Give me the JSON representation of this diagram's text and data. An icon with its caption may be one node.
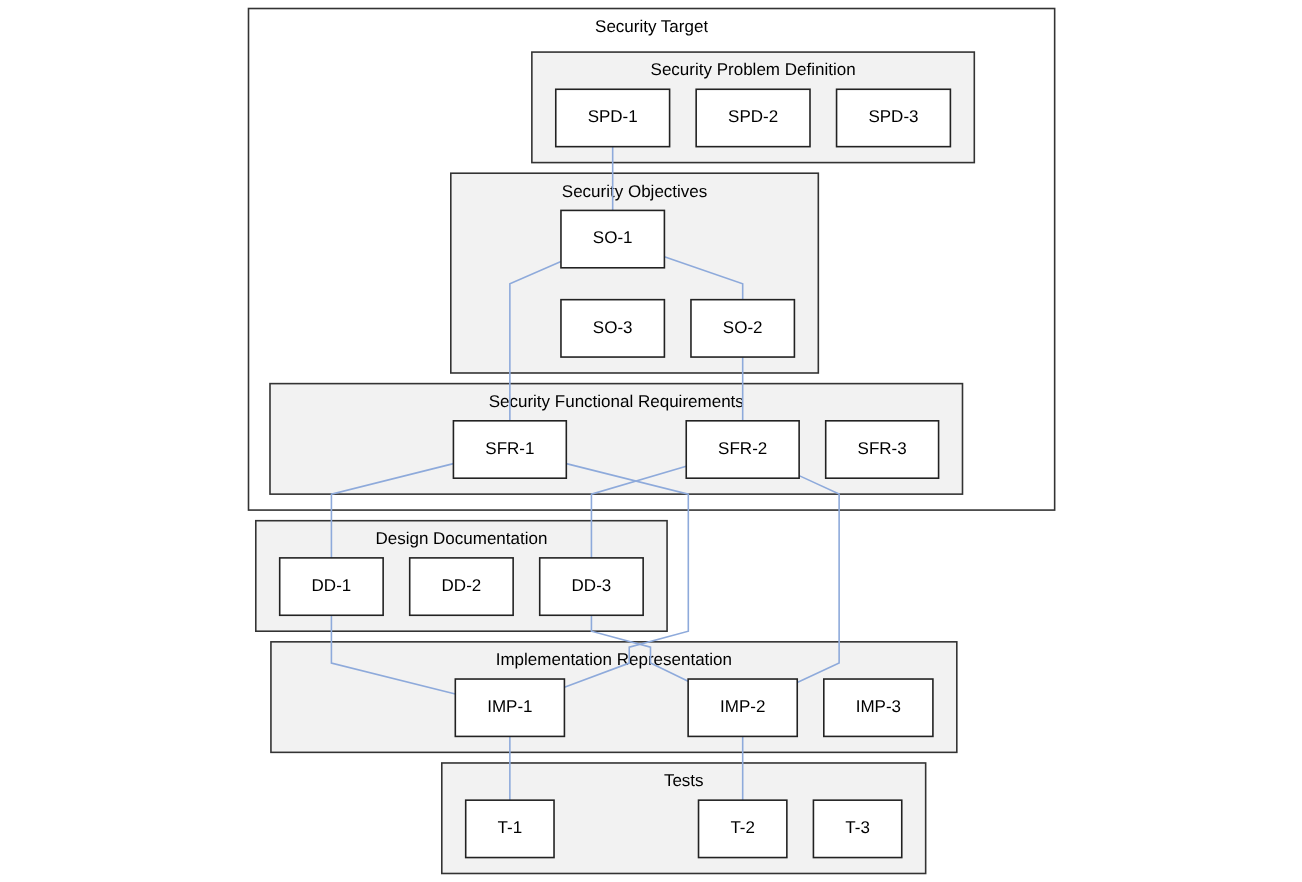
{
  "diagram": {
    "nodes": [
      {
        "text": [
          "Security Target"
        ]
      },
      {
        "text": [
          "Security Problem Definition"
        ],
        "in": 0
      },
      {
        "text": [
          "SPD-1"
        ],
        "in": 1
      },
      {
        "text": [
          "SPD-2"
        ],
        "in": 1
      },
      {
        "text": [
          "SPD-3"
        ],
        "in": 1
      },
      {
        "text": [
          "Security Objectives"
        ],
        "in": 0
      },
      {
        "text": [
          "SO-1"
        ],
        "in": 5
      },
      {
        "text": [
          "SO-2"
        ],
        "in": 5
      },
      {
        "text": [
          "SO-3"
        ],
        "in": 5
      },
      {
        "text": [
          "Security Functional Requirements"
        ],
        "in": 0
      },
      {
        "text": [
          "SFR-1"
        ],
        "in": 9
      },
      {
        "text": [
          "SFR-2"
        ],
        "in": 9
      },
      {
        "text": [
          "SFR-3"
        ],
        "in": 9
      },
      {
        "text": [
          "Design Documentation"
        ]
      },
      {
        "text": [
          "DD-1"
        ],
        "in": 13
      },
      {
        "text": [
          "DD-2"
        ],
        "in": 13
      },
      {
        "text": [
          "DD-3"
        ],
        "in": 13
      },
      {
        "text": [
          "Implementation Representation"
        ]
      },
      {
        "text": [
          "IMP-1"
        ],
        "in": 17
      },
      {
        "text": [
          "IMP-2"
        ],
        "in": 17
      },
      {
        "text": [
          "IMP-3"
        ],
        "in": 17
      },
      {
        "text": [
          "Tests"
        ]
      },
      {
        "text": [
          "T-1"
        ],
        "in": 21
      },
      {
        "text": [
          "T-2"
        ],
        "in": 21
      },
      {
        "text": [
          "T-3"
        ],
        "in": 21
      }
    ],
    "edges": [
      {
        "from": 2,
        "to": 6,
        "arrow": "none"
      },
      {
        "from": 6,
        "to": 7,
        "arrow": "none"
      },
      {
        "from": 6,
        "to": 10,
        "arrow": "none"
      },
      {
        "from": 7,
        "to": 11,
        "arrow": "none"
      },
      {
        "from": 14,
        "to": 18,
        "arrow": "none"
      },
      {
        "from": 16,
        "to": 19,
        "arrow": "none"
      },
      {
        "from": 18,
        "to": 22,
        "arrow": "none"
      },
      {
        "from": 19,
        "to": 23,
        "arrow": "none"
      },
      {
        "from": 10,
        "to": 14,
        "arrow": "none"
      },
      {
        "from": 10,
        "to": 18,
        "arrow": "none"
      },
      {
        "from": 11,
        "to": 16,
        "arrow": "none"
      },
      {
        "from": 11,
        "to": 19,
        "arrow": "none"
      }
    ]
  }
}
